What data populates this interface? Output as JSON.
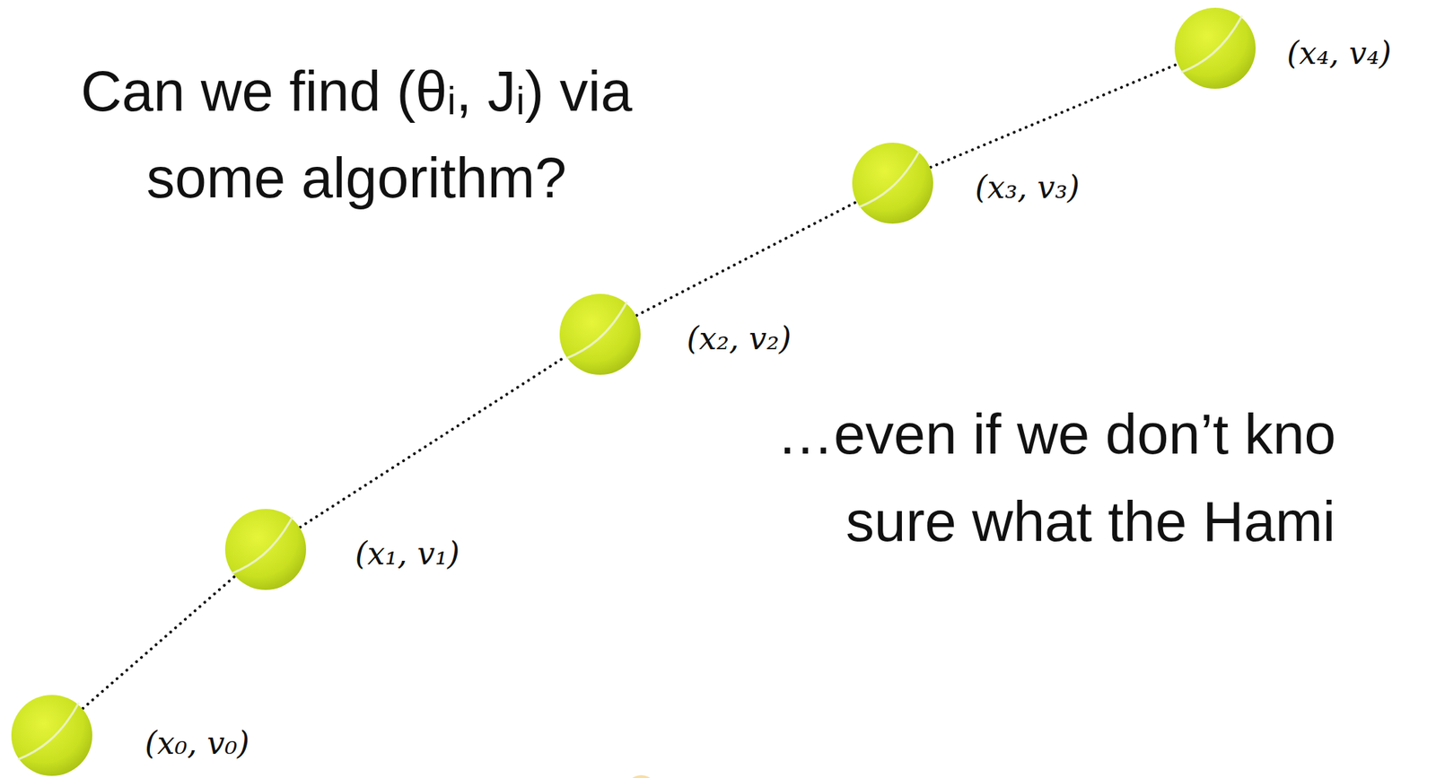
{
  "diagram": {
    "nodes": [
      {
        "text": [
          "(x₀, v₀)"
        ]
      },
      {
        "text": [
          "(x₁, v₁)"
        ]
      },
      {
        "text": [
          "(x₂, v₂)"
        ]
      },
      {
        "text": [
          "(x₃, v₃)"
        ]
      },
      {
        "text": [
          "(x₄, v₄)"
        ]
      }
    ],
    "edges": [
      {
        "from": 0,
        "to": 1,
        "arrow": "none"
      },
      {
        "from": 1,
        "to": 2,
        "arrow": "none"
      },
      {
        "from": 2,
        "to": 3,
        "arrow": "none"
      },
      {
        "from": 3,
        "to": 4,
        "arrow": "none"
      }
    ],
    "labels": [
      "Can we find (θᵢ, Jᵢ) via some algorithm?",
      "…even if we don’t kno",
      "sure what the Hami"
    ]
  }
}
